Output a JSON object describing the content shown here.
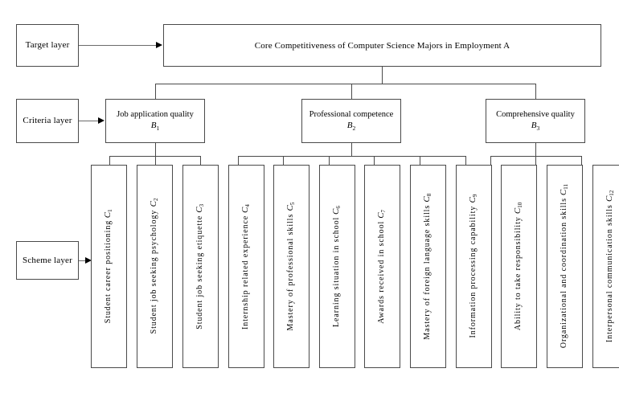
{
  "diagram": {
    "title": "Core Competitiveness of Computer Science Majors in Employment A"
  },
  "layers": {
    "target_label": "Target layer",
    "criteria_label": "Criteria layer",
    "scheme_label": "Scheme layer"
  },
  "criteria": [
    {
      "label": "Job application quality",
      "code": "B",
      "sub": "1"
    },
    {
      "label": "Professional competence",
      "code": "B",
      "sub": "2"
    },
    {
      "label": "Comprehensive quality",
      "code": "B",
      "sub": "3"
    }
  ],
  "schemes": [
    {
      "label": "Student career positioning",
      "code": "C",
      "sub": "1"
    },
    {
      "label": "Student job seeking psychology",
      "code": "C",
      "sub": "2"
    },
    {
      "label": "Student job seeking etiquette",
      "code": "C",
      "sub": "3"
    },
    {
      "label": "Internship related experience",
      "code": "C",
      "sub": "4"
    },
    {
      "label": "Mastery of professional skills",
      "code": "C",
      "sub": "5"
    },
    {
      "label": "Learning situation in school",
      "code": "C",
      "sub": "6"
    },
    {
      "label": "Awards received in school",
      "code": "C",
      "sub": "7"
    },
    {
      "label": "Mastery of foreign language skills",
      "code": "C",
      "sub": "8"
    },
    {
      "label": "Information processing capability",
      "code": "C",
      "sub": "9"
    },
    {
      "label": "Ability to take responsibility",
      "code": "C",
      "sub": "10"
    },
    {
      "label": "Organizational and coordination skills",
      "code": "C",
      "sub": "11"
    },
    {
      "label": "Interpersonal communication skills",
      "code": "C",
      "sub": "12"
    }
  ],
  "colors": {
    "stroke": "#4a4a4a",
    "arrow": "#000000",
    "background": "#ffffff",
    "text": "#000000"
  }
}
